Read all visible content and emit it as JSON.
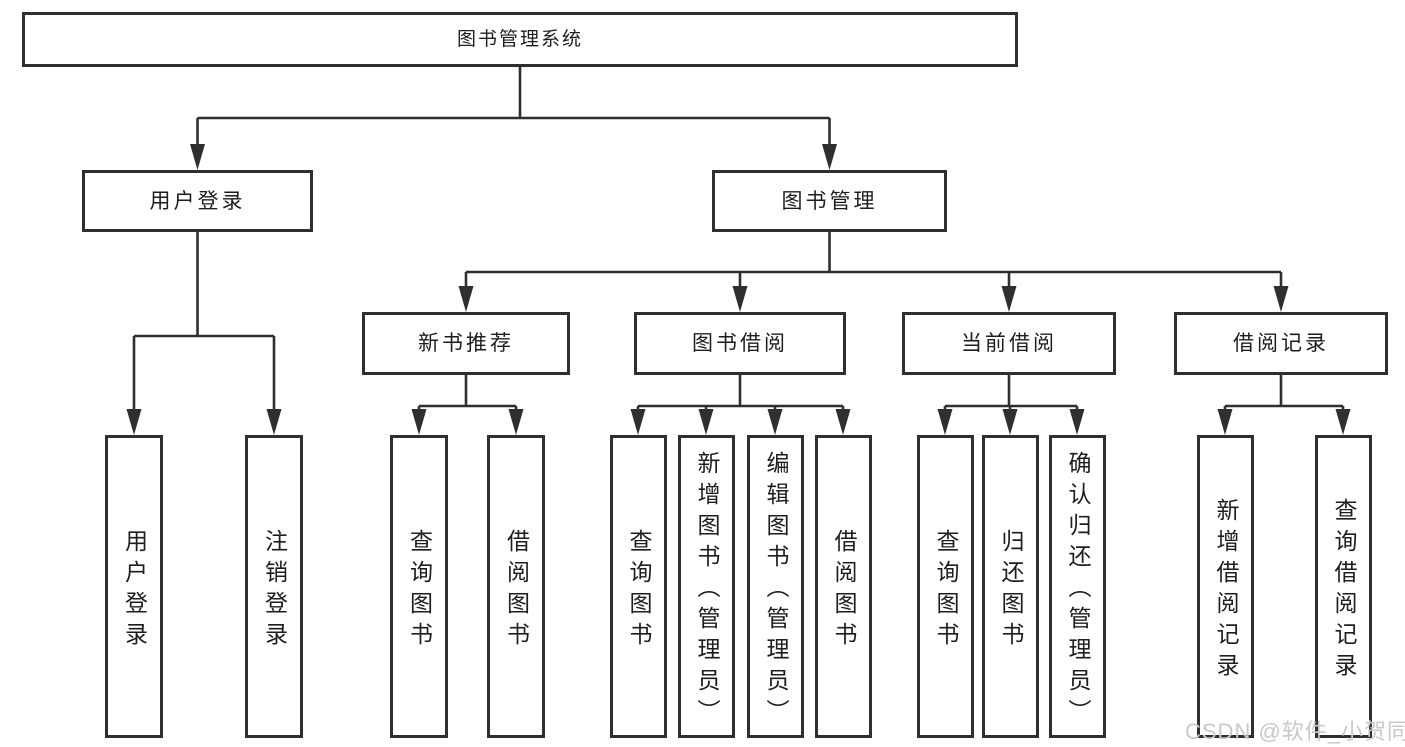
{
  "tree": {
    "root": {
      "label": "图书管理系统"
    },
    "branches": [
      {
        "label": "用户登录",
        "children": [
          {
            "label": "用户登录"
          },
          {
            "label": "注销登录"
          }
        ]
      },
      {
        "label": "图书管理",
        "sections": [
          {
            "label": "新书推荐",
            "children": [
              {
                "label": "查询图书"
              },
              {
                "label": "借阅图书"
              }
            ]
          },
          {
            "label": "图书借阅",
            "children": [
              {
                "label": "查询图书"
              },
              {
                "label": "新增图书（管理员）"
              },
              {
                "label": "编辑图书（管理员）"
              },
              {
                "label": "借阅图书"
              }
            ]
          },
          {
            "label": "当前借阅",
            "children": [
              {
                "label": "查询图书"
              },
              {
                "label": "归还图书"
              },
              {
                "label": "确认归还（管理员）"
              }
            ]
          },
          {
            "label": "借阅记录",
            "children": [
              {
                "label": "新增借阅记录"
              },
              {
                "label": "查询借阅记录"
              }
            ]
          }
        ]
      }
    ]
  },
  "watermark": "CSDN @软件_小贺同学",
  "colors": {
    "line": "#2f2f2f",
    "text": "#1e1e1e",
    "background": "#ffffff",
    "watermark": "#c9c9c9"
  }
}
